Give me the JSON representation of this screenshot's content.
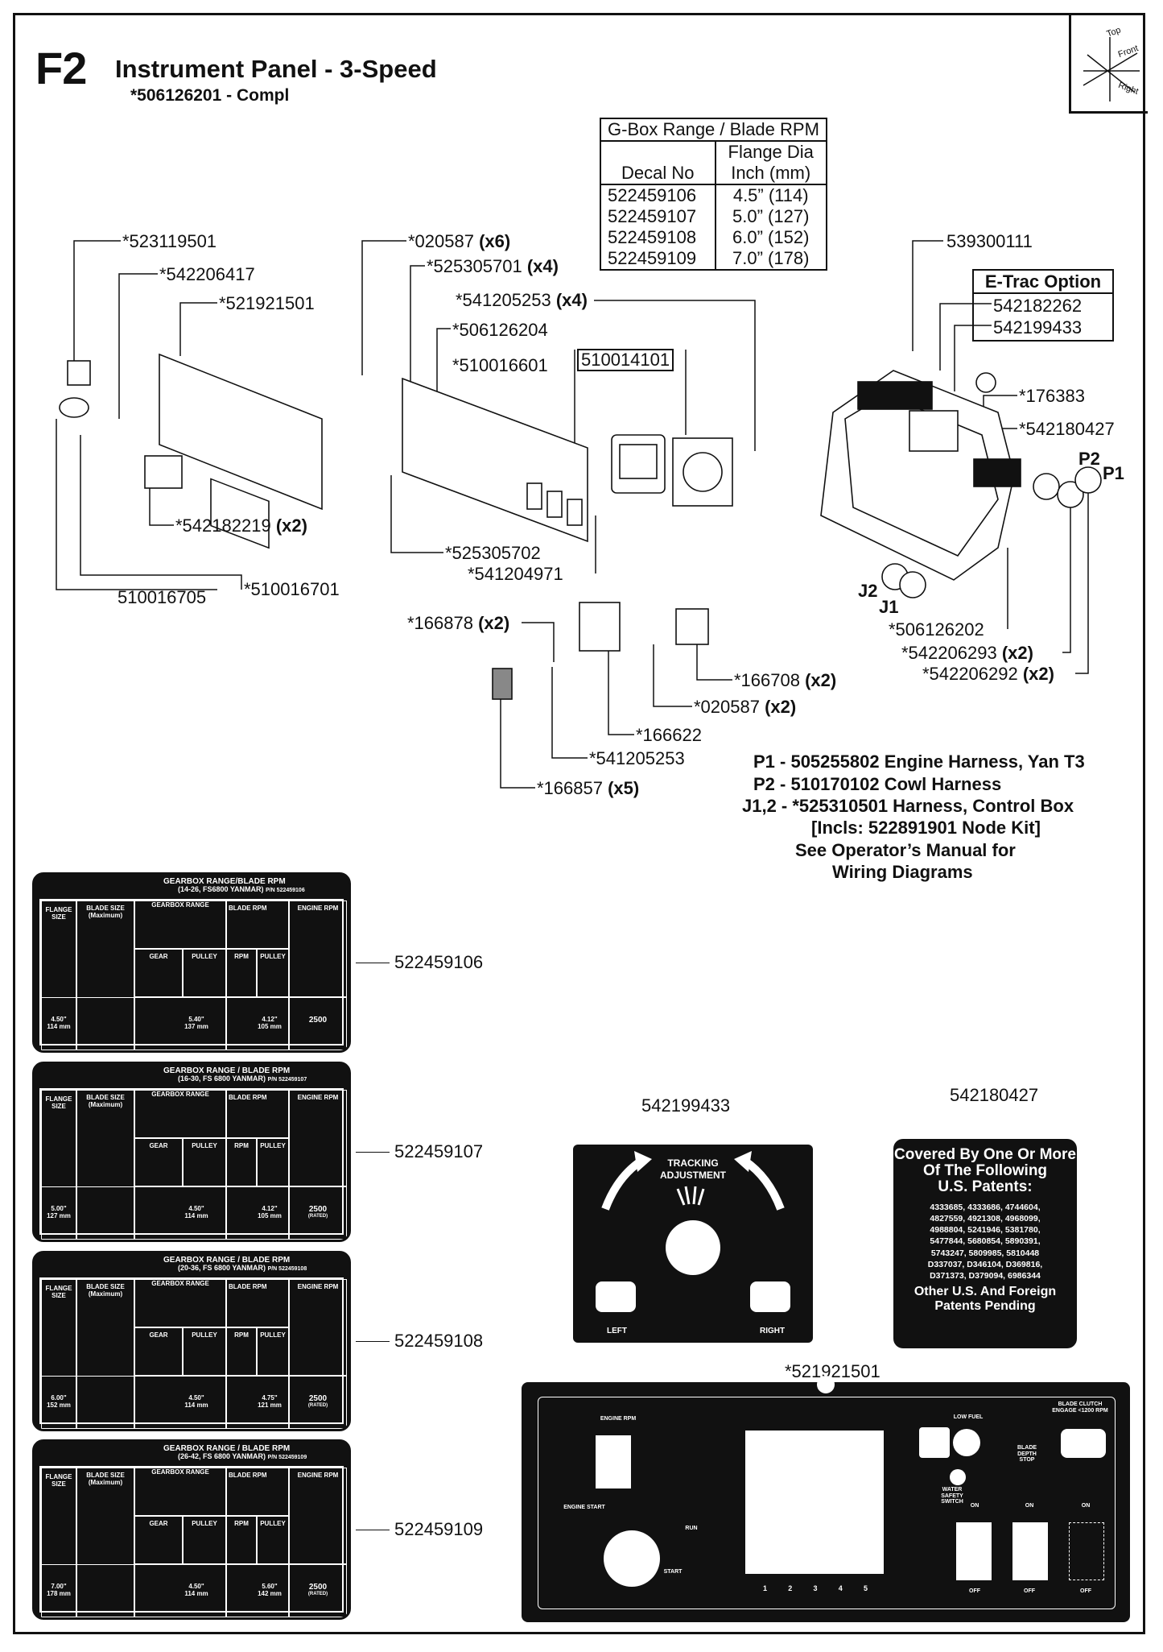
{
  "header": {
    "figure_code": "F2",
    "title": "Instrument Panel - 3-Speed",
    "subtitle": "*506126201 - Compl"
  },
  "orientation": {
    "top": "Top",
    "front": "Front",
    "right": "Right"
  },
  "range_table": {
    "title": "G-Box Range / Blade RPM",
    "col1": "Decal No",
    "col2a": "Flange Dia",
    "col2b": "Inch (mm)",
    "rows": [
      {
        "decal": "522459106",
        "dia": "4.5” (114)"
      },
      {
        "decal": "522459107",
        "dia": "5.0” (127)"
      },
      {
        "decal": "522459108",
        "dia": "6.0” (152)"
      },
      {
        "decal": "522459109",
        "dia": "7.0” (178)"
      }
    ]
  },
  "etrac": {
    "title": "E-Trac Option",
    "parts": [
      "542182262",
      "542199433"
    ]
  },
  "callouts": {
    "p523119501": "*523119501",
    "p542206417": "*542206417",
    "p521921501": "*521921501",
    "p020587": "*020587",
    "p020587_qty": "(x6)",
    "p525305701": "*525305701",
    "p525305701_qty": "(x4)",
    "p541205253": "*541205253",
    "p541205253_qty": "(x4)",
    "p506126204": "*506126204",
    "p510016601": "*510016601",
    "p510014101": "510014101",
    "p539300111": "539300111",
    "p176383": "*176383",
    "p542180427": "*542180427",
    "P2": "P2",
    "P1": "P1",
    "p542182219": "*542182219",
    "p542182219_qty": "(x2)",
    "p510016705": "510016705",
    "p510016701": "*510016701",
    "p525305702": "*525305702",
    "p541204971": "*541204971",
    "J2": "J2",
    "J1": "J1",
    "p506126202": "*506126202",
    "p542206293": "*542206293",
    "p542206293_qty": "(x2)",
    "p542206292": "*542206292",
    "p542206292_qty": "(x2)",
    "p166878": "*166878",
    "p166878_qty": "(x2)",
    "p166708": "*166708",
    "p166708_qty": "(x2)",
    "p020587b": "*020587",
    "p020587b_qty": "(x2)",
    "p166622": "*166622",
    "p541205253b": "*541205253",
    "p166857": "*166857",
    "p166857_qty": "(x5)"
  },
  "notes": [
    "P1 - 505255802 Engine Harness, Yan T3",
    "P2 - 510170102 Cowl Harness",
    "J1,2 - *525310501 Harness, Control Box",
    "[Incls: 522891901 Node Kit]",
    "See Operator’s Manual for",
    "Wiring Diagrams"
  ],
  "decals": [
    {
      "part": "522459106",
      "title": "GEARBOX RANGE/BLADE RPM",
      "sub": "(14-26, FS6800 YANMAR)",
      "pn": "P/N 522459106",
      "flange": "4.50\"",
      "flange_mm": "114 mm",
      "pulley1": "5.40\"",
      "pulley1_mm": "137 mm",
      "pulley2": "4.12\"",
      "pulley2_mm": "105 mm",
      "rpm": "2500",
      "rpm_note": ""
    },
    {
      "part": "522459107",
      "title": "GEARBOX RANGE / BLADE RPM",
      "sub": "(16-30, FS 6800 YANMAR)",
      "pn": "P/N 522459107",
      "flange": "5.00\"",
      "flange_mm": "127 mm",
      "pulley1": "4.50\"",
      "pulley1_mm": "114 mm",
      "pulley2": "4.12\"",
      "pulley2_mm": "105 mm",
      "rpm": "2500",
      "rpm_note": "(RATED)"
    },
    {
      "part": "522459108",
      "title": "GEARBOX RANGE / BLADE RPM",
      "sub": "(20-36, FS 6800 YANMAR)",
      "pn": "P/N 522459108",
      "flange": "6.00\"",
      "flange_mm": "152 mm",
      "pulley1": "4.50\"",
      "pulley1_mm": "114 mm",
      "pulley2": "4.75\"",
      "pulley2_mm": "121 mm",
      "rpm": "2500",
      "rpm_note": "(RATED)"
    },
    {
      "part": "522459109",
      "title": "GEARBOX RANGE / BLADE RPM",
      "sub": "(26-42, FS 6800 YANMAR)",
      "pn": "P/N 522459109",
      "flange": "7.00\"",
      "flange_mm": "178 mm",
      "pulley1": "4.50\"",
      "pulley1_mm": "114 mm",
      "pulley2": "5.60\"",
      "pulley2_mm": "142 mm",
      "rpm": "2500",
      "rpm_note": "(RATED)"
    }
  ],
  "decal_headers": {
    "flange": "FLANGE SIZE",
    "blade": "BLADE SIZE (Maximum)",
    "gearbox": "GEARBOX RANGE",
    "blade_rpm": "BLADE RPM",
    "engine": "ENGINE RPM",
    "gear": "GEAR",
    "pulley": "PULLEY",
    "rpm": "RPM"
  },
  "tracking_decal": {
    "part": "542199433",
    "title_top": "TRACKING",
    "title_bottom": "ADJUSTMENT",
    "left": "LEFT",
    "right": "RIGHT"
  },
  "patent_decal": {
    "part": "542180427",
    "heading": [
      "Covered By One Or More",
      "Of The Following",
      "U.S. Patents:"
    ],
    "numbers": [
      "4333685, 4333686, 4744604,",
      "4827559, 4921308, 4968099,",
      "4988804, 5241946, 5381780,",
      "5477844, 5680854, 5890391,",
      "5743247, 5809985, 5810448",
      "D337037, D346104, D369816,",
      "D371373, D379094, 6986344"
    ],
    "footer": [
      "Other U.S. And Foreign",
      "Patents Pending"
    ]
  },
  "panel_decal": {
    "part": "*521921501",
    "engine_rpm": "ENGINE RPM",
    "engine_start": "ENGINE START",
    "run": "RUN",
    "start": "START",
    "low_fuel": "LOW FUEL",
    "blade_depth_stop": "BLADE DEPTH STOP",
    "water_safety": "WATER SAFETY SWITCH",
    "blade_clutch": "BLADE CLUTCH ENGAGE <1200 RPM",
    "on": "ON",
    "off": "OFF",
    "gear_numbers": [
      "1",
      "2",
      "3",
      "4",
      "5"
    ]
  }
}
